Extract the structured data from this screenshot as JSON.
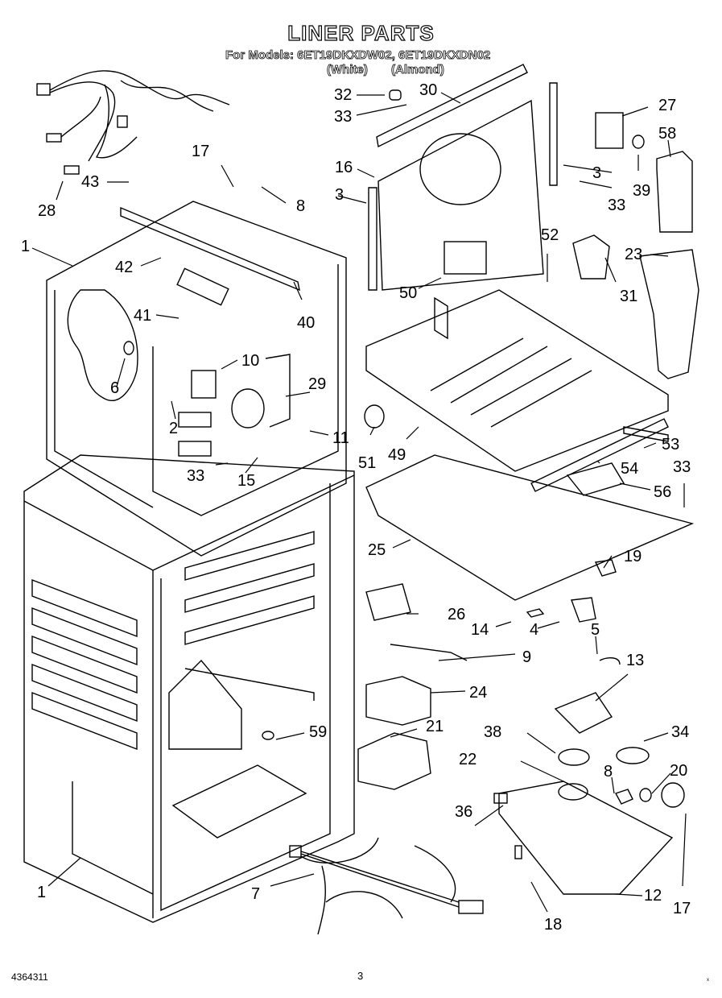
{
  "header": {
    "title": "LINER PARTS",
    "models_line": "For Models: 6ET19DKXDW02, 6ET19DKXDN02",
    "color_white": "(White)",
    "color_almond": "(Almond)"
  },
  "callouts": [
    {
      "id": "c32",
      "label": "32"
    },
    {
      "id": "c30",
      "label": "30"
    },
    {
      "id": "c33a",
      "label": "33"
    },
    {
      "id": "c27",
      "label": "27"
    },
    {
      "id": "c58",
      "label": "58"
    },
    {
      "id": "c16",
      "label": "16"
    },
    {
      "id": "c3a",
      "label": "3"
    },
    {
      "id": "c3b",
      "label": "3"
    },
    {
      "id": "c39",
      "label": "39"
    },
    {
      "id": "c33b",
      "label": "33"
    },
    {
      "id": "c17a",
      "label": "17"
    },
    {
      "id": "c43",
      "label": "43"
    },
    {
      "id": "c28",
      "label": "28"
    },
    {
      "id": "c8a",
      "label": "8"
    },
    {
      "id": "c1a",
      "label": "1"
    },
    {
      "id": "c42",
      "label": "42"
    },
    {
      "id": "c52",
      "label": "52"
    },
    {
      "id": "c23",
      "label": "23"
    },
    {
      "id": "c40",
      "label": "40"
    },
    {
      "id": "c50",
      "label": "50"
    },
    {
      "id": "c31",
      "label": "31"
    },
    {
      "id": "c41",
      "label": "41"
    },
    {
      "id": "c10",
      "label": "10"
    },
    {
      "id": "c6",
      "label": "6"
    },
    {
      "id": "c29",
      "label": "29"
    },
    {
      "id": "c2",
      "label": "2"
    },
    {
      "id": "c11",
      "label": "11"
    },
    {
      "id": "c51",
      "label": "51"
    },
    {
      "id": "c49",
      "label": "49"
    },
    {
      "id": "c53",
      "label": "53"
    },
    {
      "id": "c54",
      "label": "54"
    },
    {
      "id": "c33c",
      "label": "33"
    },
    {
      "id": "c33d",
      "label": "33"
    },
    {
      "id": "c15",
      "label": "15"
    },
    {
      "id": "c56",
      "label": "56"
    },
    {
      "id": "c25",
      "label": "25"
    },
    {
      "id": "c19",
      "label": "19"
    },
    {
      "id": "c26",
      "label": "26"
    },
    {
      "id": "c14",
      "label": "14"
    },
    {
      "id": "c4",
      "label": "4"
    },
    {
      "id": "c5",
      "label": "5"
    },
    {
      "id": "c9",
      "label": "9"
    },
    {
      "id": "c13",
      "label": "13"
    },
    {
      "id": "c24",
      "label": "24"
    },
    {
      "id": "c21",
      "label": "21"
    },
    {
      "id": "c59",
      "label": "59"
    },
    {
      "id": "c38",
      "label": "38"
    },
    {
      "id": "c34",
      "label": "34"
    },
    {
      "id": "c22",
      "label": "22"
    },
    {
      "id": "c8b",
      "label": "8"
    },
    {
      "id": "c20",
      "label": "20"
    },
    {
      "id": "c36",
      "label": "36"
    },
    {
      "id": "c1b",
      "label": "1"
    },
    {
      "id": "c7",
      "label": "7"
    },
    {
      "id": "c12",
      "label": "12"
    },
    {
      "id": "c17b",
      "label": "17"
    },
    {
      "id": "c18",
      "label": "18"
    }
  ],
  "footer": {
    "doc_number": "4364311",
    "page_number": "3"
  }
}
